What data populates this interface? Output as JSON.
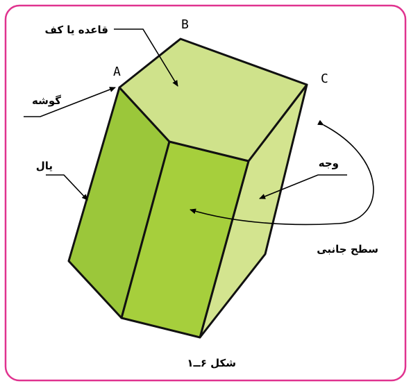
{
  "colors": {
    "frame": "#e0338f",
    "top_face": "#cfe28b",
    "front_left_face": "#9bc73a",
    "front_right_face": "#a6cf3c",
    "side_face": "#d3e48f",
    "edge": "#111111"
  },
  "points": {
    "a": "A",
    "b": "B",
    "c": "C"
  },
  "labels": {
    "base": "قاعده یا کف",
    "corner": "گوشه",
    "edge": "یال",
    "face": "وجه",
    "lateral_surface": "سطح جانبی"
  },
  "caption": "شکل ۶ــ۱"
}
